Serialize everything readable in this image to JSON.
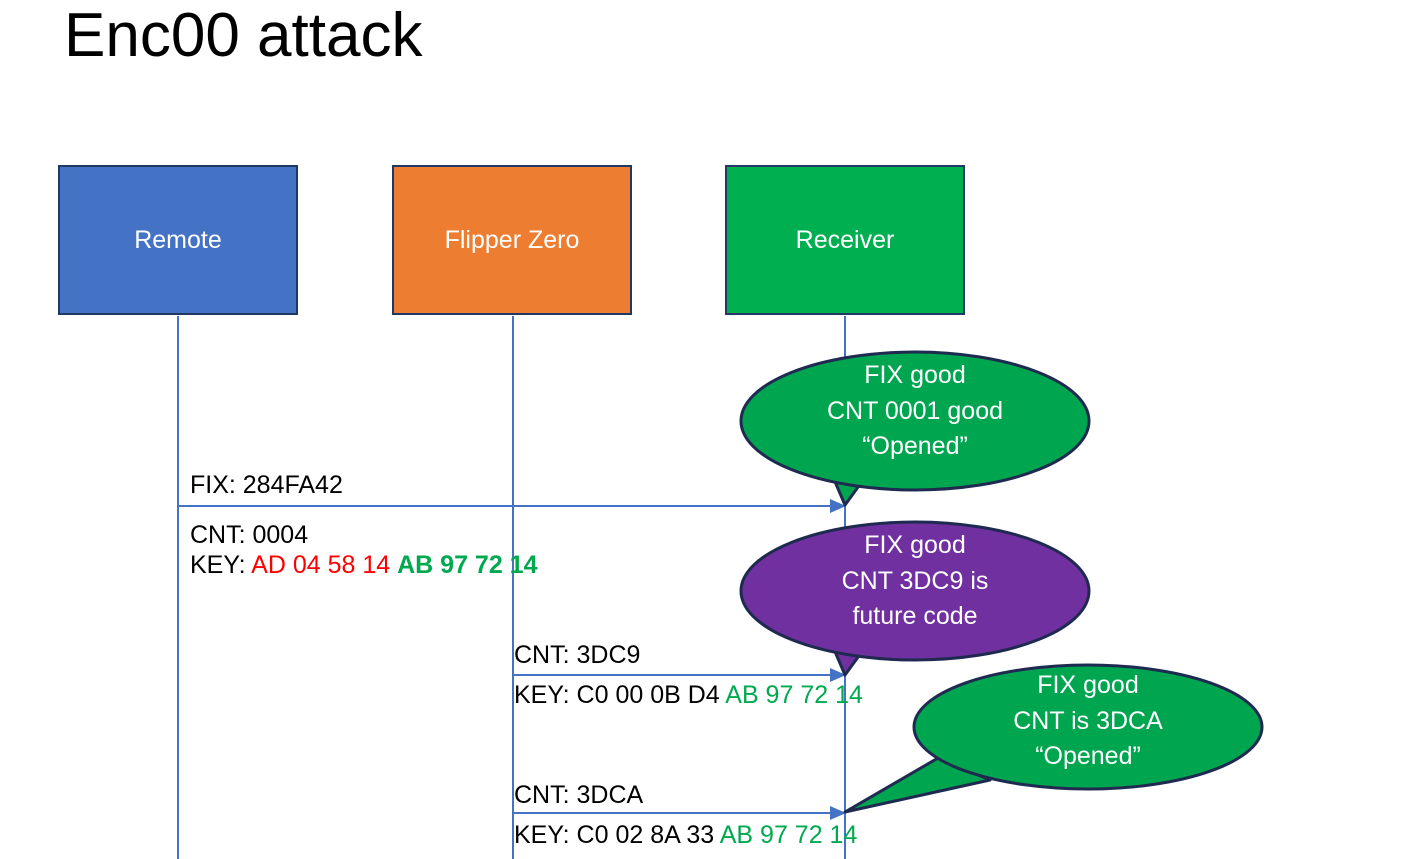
{
  "page": {
    "title": "Enc00 attack",
    "background": "#FFFFFF"
  },
  "colors": {
    "remote_box": "#4472C4",
    "flipper_box": "#ED7D31",
    "receiver_box": "#00B050",
    "box_border": "#1F3864",
    "lifeline": "#4472C4",
    "arrow": "#4472C4",
    "bubble_green": "#00A550",
    "bubble_purple": "#7030A0",
    "bubble_border": "#1F2A50",
    "key_red": "#FF0000",
    "key_green": "#00A94F",
    "text_black": "#000000"
  },
  "actors": [
    {
      "id": "remote",
      "label": "Remote",
      "color": "#4472C4"
    },
    {
      "id": "flipper",
      "label": "Flipper Zero",
      "color": "#ED7D31"
    },
    {
      "id": "receiver",
      "label": "Receiver",
      "color": "#00B050"
    }
  ],
  "messages": [
    {
      "id": "msg-1",
      "from": "remote",
      "to": "receiver",
      "label_above": "FIX: 284FA42",
      "label_below_line1": "CNT: 0004",
      "label_below_line2_prefix": "KEY: ",
      "label_below_line2_red": "AD 04 58 14",
      "label_below_line2_green": "AB 97 72 14"
    },
    {
      "id": "msg-2",
      "from": "flipper",
      "to": "receiver",
      "label_above": "CNT: 3DC9",
      "label_below_prefix": "KEY: ",
      "label_below_black": "C0 00 0B D4",
      "label_below_green": "AB 97 72 14"
    },
    {
      "id": "msg-3",
      "from": "flipper",
      "to": "receiver",
      "label_above": "CNT: 3DCA",
      "label_below_prefix": "KEY: ",
      "label_below_black": "C0 02 8A 33",
      "label_below_green": "AB 97 72 14"
    }
  ],
  "callouts": [
    {
      "id": "callout-1",
      "color": "#00A550",
      "lines": [
        "FIX good",
        "CNT 0001 good",
        "“Opened”"
      ]
    },
    {
      "id": "callout-2",
      "color": "#7030A0",
      "lines": [
        "FIX good",
        "CNT 3DC9 is",
        "future code"
      ]
    },
    {
      "id": "callout-3",
      "color": "#00A550",
      "lines": [
        "FIX good",
        "CNT is 3DCA",
        "“Opened”"
      ]
    }
  ]
}
